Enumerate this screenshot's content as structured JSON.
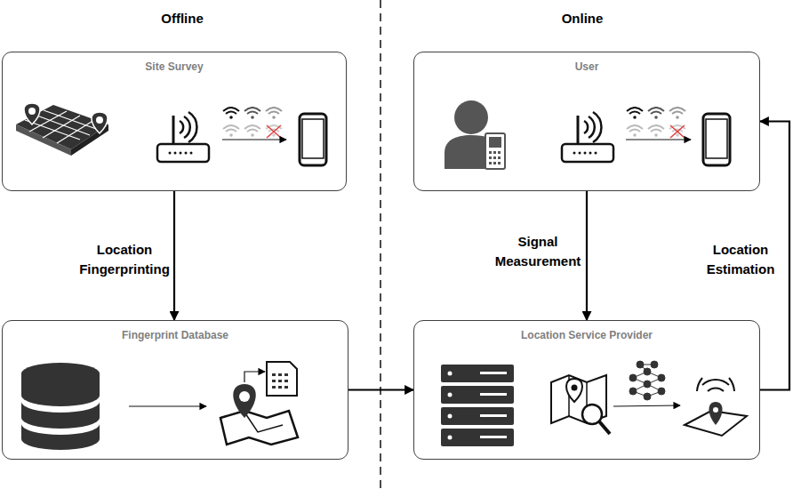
{
  "diagram": {
    "nodes": [
      {
        "text": [
          "Site Survey"
        ]
      },
      {
        "text": [
          "Fingerprint Database"
        ]
      },
      {
        "text": [
          "User"
        ]
      },
      {
        "text": [
          "Location Service Provider"
        ]
      }
    ],
    "edges": [
      {
        "from": 0,
        "to": 1,
        "label": "Location Fingerprinting",
        "arrow": "to"
      },
      {
        "from": 1,
        "to": 3,
        "arrow": "to"
      },
      {
        "from": 2,
        "to": 3,
        "label": "Signal Measurement",
        "arrow": "to"
      },
      {
        "from": 3,
        "to": 2,
        "label": "Location Estimation",
        "arrow": "to"
      }
    ],
    "labels": [
      "Offline",
      "Online"
    ]
  }
}
